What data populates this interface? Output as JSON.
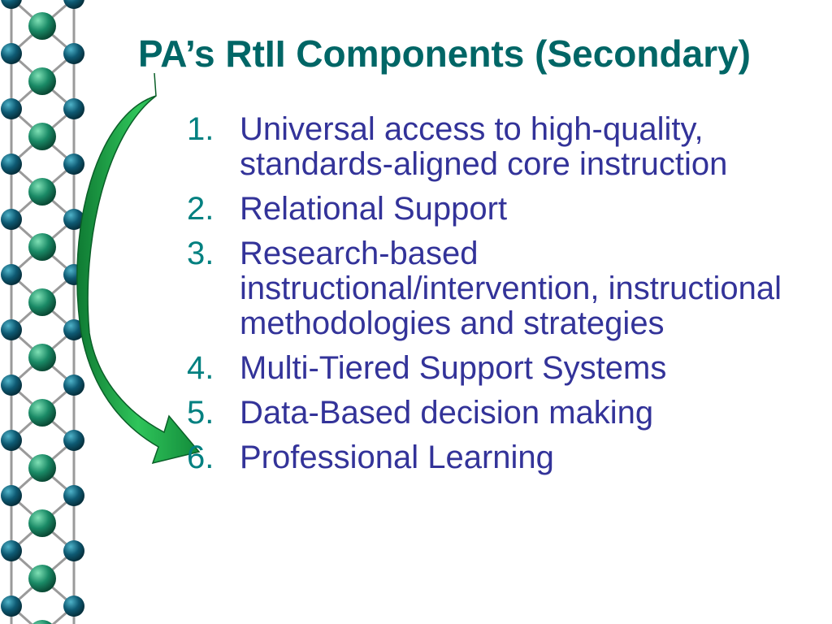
{
  "slide": {
    "title": "PA’s RtII Components (Secondary)",
    "items": [
      {
        "number": "1.",
        "text": "Universal access to high-quality, standards-aligned core instruction"
      },
      {
        "number": "2.",
        "text": "Relational Support"
      },
      {
        "number": "3.",
        "text": "Research-based instructional/intervention, instructional methodologies and strategies"
      },
      {
        "number": "4.",
        "text": "Multi-Tiered Support Systems"
      },
      {
        "number": "5.",
        "text": "Data-Based decision making"
      },
      {
        "number": "6.",
        "text": "Professional Learning"
      }
    ]
  },
  "decoration": {
    "molecule_border": "molecular-lattice-border",
    "arrow": "curved-arrow-icon"
  },
  "colors": {
    "title": "#006666",
    "numbers": "#008080",
    "body_text": "#333399",
    "arrow": "#22b24c",
    "atom_outer": "#0e5a73",
    "atom_inner": "#1a8a66"
  }
}
